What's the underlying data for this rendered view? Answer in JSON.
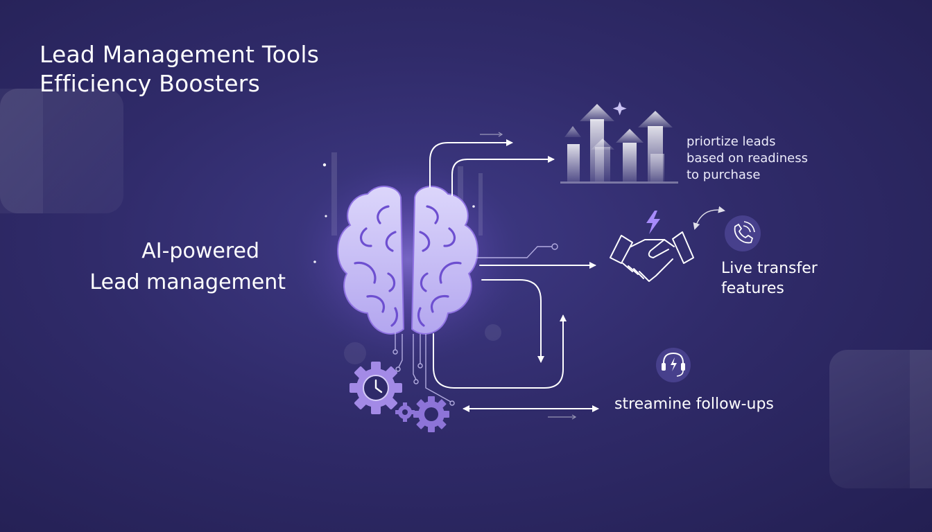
{
  "title": {
    "line1": "Lead Management Tools",
    "line2": "Efficiency Boosters"
  },
  "center_label": {
    "line1": "AI-powered",
    "line2": "Lead management"
  },
  "nodes": {
    "prioritize": {
      "line1": "priortize leads",
      "line2": "based on readiness",
      "line3": "to purchase",
      "icon": "rising-bars-icon"
    },
    "live_transfer": {
      "line1": "Live transfer",
      "line2": "features",
      "icon": "handshake-icon"
    },
    "follow_ups": {
      "line1": "streamine follow-ups",
      "icon": "headset-icon"
    }
  },
  "colors": {
    "background": "#302b6a",
    "brain": "#b8aef0",
    "brain_outline": "#7c5ad8",
    "gear": "#a38ae6",
    "line": "#ffffff",
    "text": "#ffffff"
  }
}
